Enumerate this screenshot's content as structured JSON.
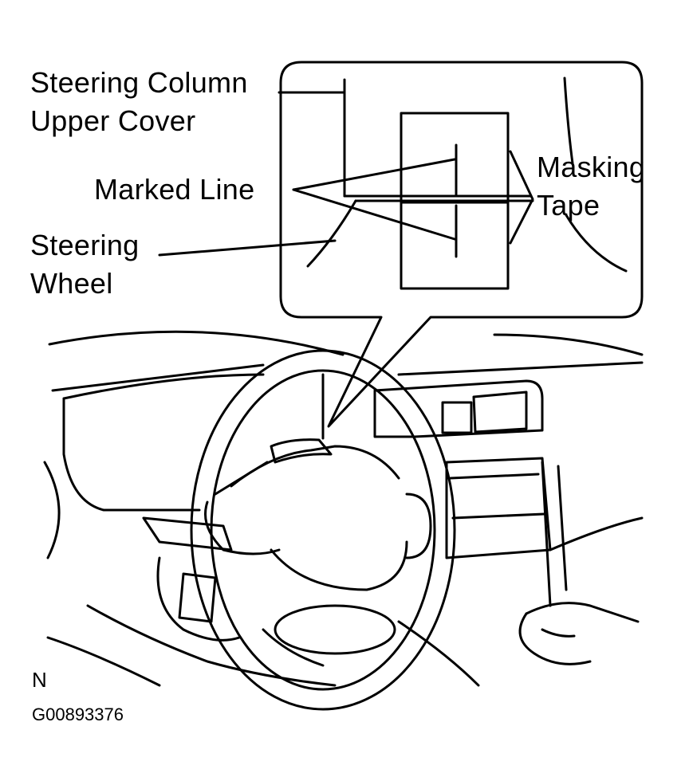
{
  "labels": {
    "steering_column_line1": "Steering Column",
    "steering_column_line2": "Upper Cover",
    "marked_line": "Marked Line",
    "masking_line1": "Masking",
    "masking_line2": "Tape",
    "steering_wheel_line1": "Steering",
    "steering_wheel_line2": "Wheel"
  },
  "footer": {
    "orientation_mark": "N",
    "figure_code": "G00893376"
  }
}
